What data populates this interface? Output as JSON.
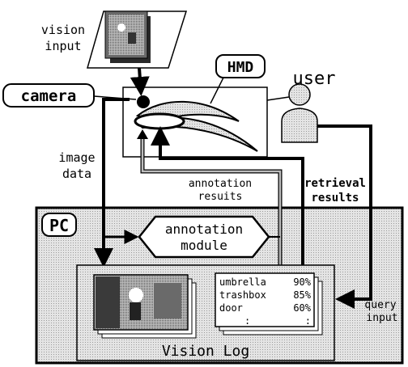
{
  "labels": {
    "vision_input_1": "vision",
    "vision_input_2": "input",
    "hmd": "HMD",
    "user": "user",
    "camera": "camera",
    "image_data_1": "image",
    "image_data_2": "data",
    "annotation_results_1": "annotation",
    "annotation_results_2": "resuits",
    "retrieval_results_1": "retrieval",
    "retrieval_results_2": "results",
    "pc": "PC",
    "annotation_module_1": "annotation",
    "annotation_module_2": "module",
    "query_input_1": "query",
    "query_input_2": "input",
    "vision_log": "Vision Log"
  },
  "results": [
    {
      "name": "umbrella",
      "score": "90%"
    },
    {
      "name": "trashbox",
      "score": "85%"
    },
    {
      "name": "door",
      "score": "60%"
    },
    {
      "name": ":",
      "score": ":"
    }
  ]
}
